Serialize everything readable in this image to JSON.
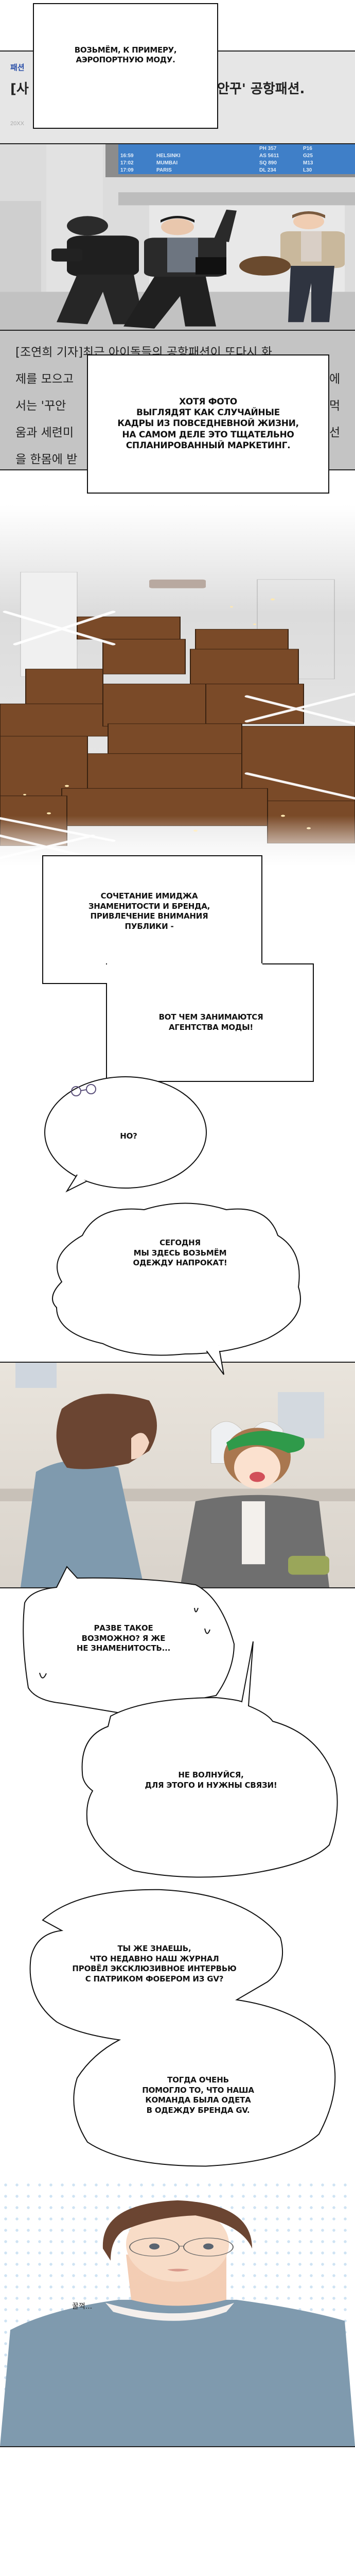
{
  "panel_airport": {
    "news_header": {
      "category": "패션",
      "headline_left": "[사",
      "headline_right": "안꾸' 공항패션.",
      "date": "20XX"
    },
    "flight_board": [
      {
        "time": "",
        "city": "",
        "flight": "PH 357",
        "gate": "P16"
      },
      {
        "time": "16:59",
        "city": "HELSINKI",
        "flight": "AS 5611",
        "gate": "G25"
      },
      {
        "time": "17:02",
        "city": "MUMBAI",
        "flight": "SQ 890",
        "gate": "M13"
      },
      {
        "time": "17:09",
        "city": "PARIS",
        "flight": "DL 234",
        "gate": "L30"
      }
    ],
    "caption": "Возьмём, к примеру,\nаэропортную моду."
  },
  "article": {
    "lines_left": [
      "[조연희 기자]최근 아이돌들의 공항패션이 또다시 화",
      "제를 모으고",
      "서는 '꾸안",
      "움과 세련미",
      "을 한몸에 받"
    ],
    "lines_right": [
      "",
      "에",
      "먹",
      "선",
      ""
    ],
    "caption": "Хотя фото\nвыглядят как случайные\nкадры из повседневной жизни,\nна самом деле это тщательно\nспланированный маркетинг."
  },
  "panel_boxes": {
    "caption_1": "Сочетание имиджа\nзнаменитости и бренда,\nпривлечение внимания\nпублики -",
    "caption_2": "вот чем занимаются\nагентства моды!",
    "bubble_but": "Но?"
  },
  "panel_street": {
    "bubble_today": "Сегодня\nмы здесь возьмём\nодежду напрокат!",
    "bubble_possible": "Разве такое\nвозможно? Я же\nне знаменитость...",
    "bubble_connections": "Не волнуйся,\nдля этого и нужны связи!"
  },
  "panel_interview": {
    "bubble_top": "Ты же знаешь,\nчто недавно наш журнал\nпровёл эксклюзивное интервью\nс Патриком Фобером из GV?",
    "bubble_bottom": "Тогда очень\nпомогло то, что наша\nкоманда была одета\nв одежду бренда GV."
  },
  "panel_portrait": {
    "sfx": "꿀꺽..."
  },
  "colors": {
    "board_blue": "#3f7fc8",
    "box_brown": "#7a4a28",
    "sweater_blue": "#7f9aae",
    "hair_brown": "#6b4532",
    "beret_green": "#2f9a4a"
  }
}
